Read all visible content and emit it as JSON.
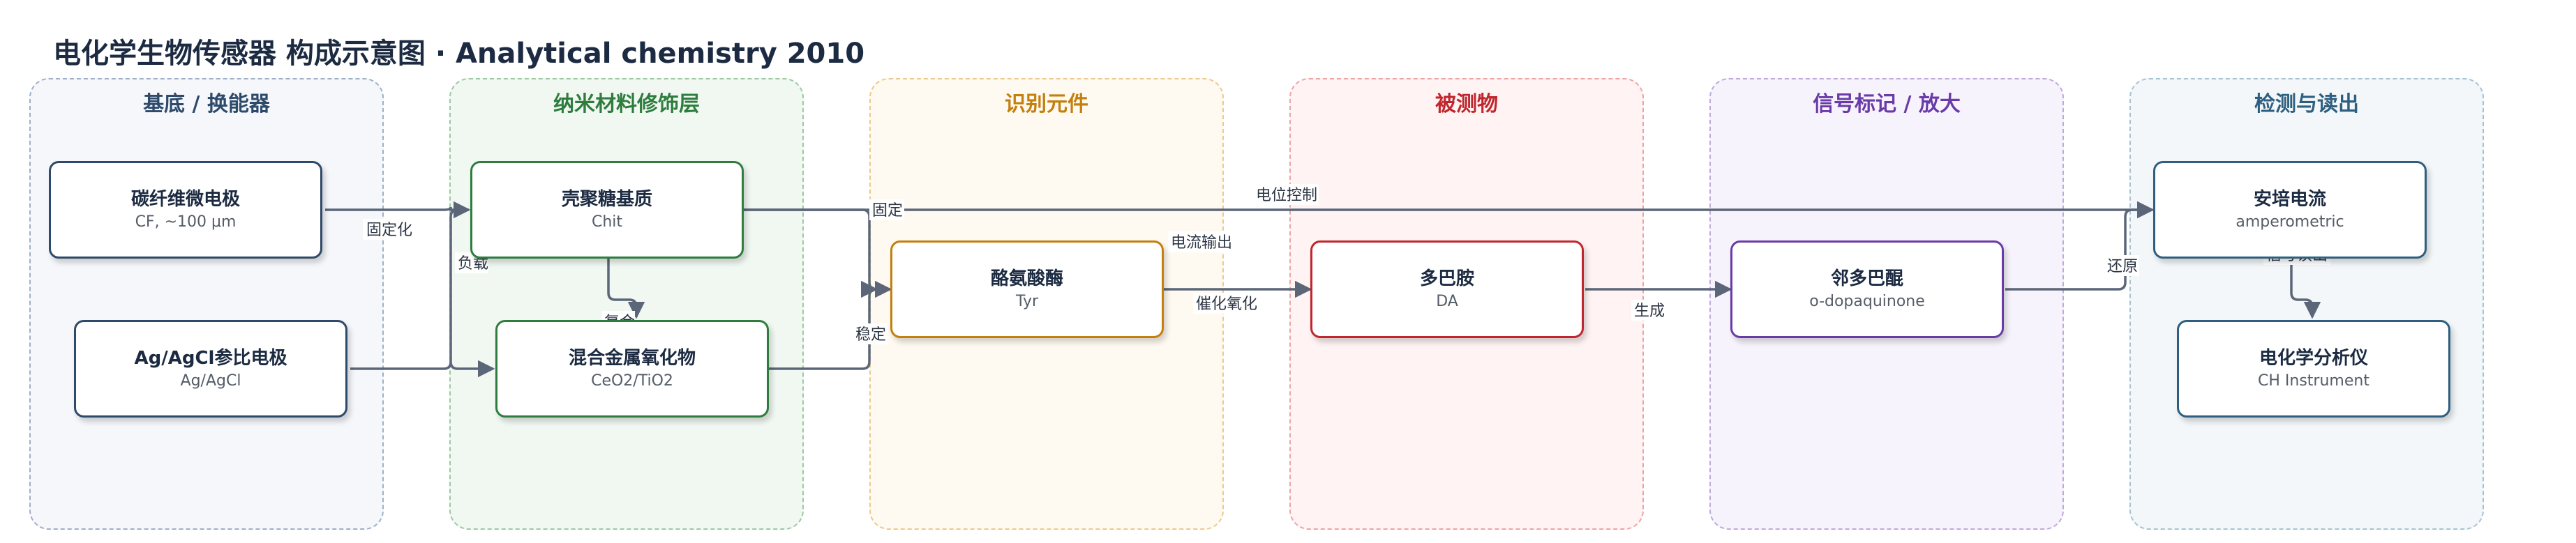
{
  "title": "电化学生物传感器 构成示意图 · Analytical chemistry 2010",
  "colors": {
    "substrate": "#2e4a6b",
    "nano": "#2e7d3e",
    "recognition": "#c47f0c",
    "analyte": "#c0262d",
    "label": "#6a3aa8",
    "detection": "#2e5f80",
    "edge": "#5b6678"
  },
  "groups": [
    {
      "id": "substrate",
      "label": "基底 / 换能器"
    },
    {
      "id": "nano",
      "label": "纳米材料修饰层"
    },
    {
      "id": "recognition",
      "label": "识别元件"
    },
    {
      "id": "analyte",
      "label": "被测物"
    },
    {
      "id": "label",
      "label": "信号标记 / 放大"
    },
    {
      "id": "detection",
      "label": "检测与读出"
    }
  ],
  "nodes": {
    "cf": {
      "title": "碳纤维微电极",
      "sub": "CF, ~100 μm"
    },
    "agcl": {
      "title": "Ag/AgCl参比电极",
      "sub": "Ag/AgCl"
    },
    "chit": {
      "title": "壳聚糖基质",
      "sub": "Chit"
    },
    "ceo2": {
      "title": "混合金属氧化物",
      "sub": "CeO2/TiO2"
    },
    "tyr": {
      "title": "酪氨酸酶",
      "sub": "Tyr"
    },
    "da": {
      "title": "多巴胺",
      "sub": "DA"
    },
    "dq": {
      "title": "邻多巴醌",
      "sub": "o-dopaquinone"
    },
    "amp": {
      "title": "安培电流",
      "sub": "amperometric"
    },
    "chi": {
      "title": "电化学分析仪",
      "sub": "CH Instrument"
    }
  },
  "edge_labels": {
    "immobilize": "固定化",
    "load": "负载",
    "composite": "复合",
    "fix": "固定",
    "stabilize": "稳定",
    "potential": "电位控制",
    "current_out": "电流输出",
    "catalytic": "催化氧化",
    "generate": "生成",
    "reduce": "还原",
    "readout": "信号读出"
  }
}
